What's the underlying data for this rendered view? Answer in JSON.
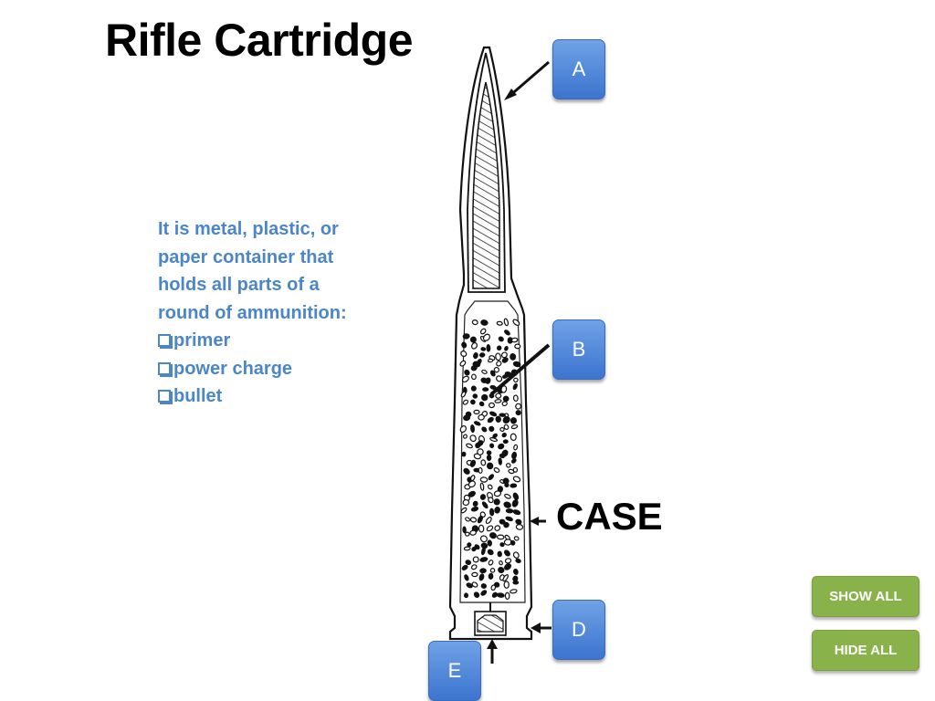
{
  "title": "Rifle Cartridge",
  "description": {
    "lines": [
      "It is metal, plastic, or",
      "paper container that",
      "holds all parts of a",
      "round of ammunition:"
    ],
    "bullets": [
      "primer",
      "power charge",
      "bullet"
    ]
  },
  "labels": {
    "a": "A",
    "b": "B",
    "d": "D",
    "e": "E",
    "case": "CASE"
  },
  "buttons": {
    "show_all": "SHOW ALL",
    "hide_all": "HIDE ALL"
  },
  "colors": {
    "text_blue": "#4a86c8",
    "marker_blue": "#4f88db",
    "button_green": "#8ab24a"
  }
}
